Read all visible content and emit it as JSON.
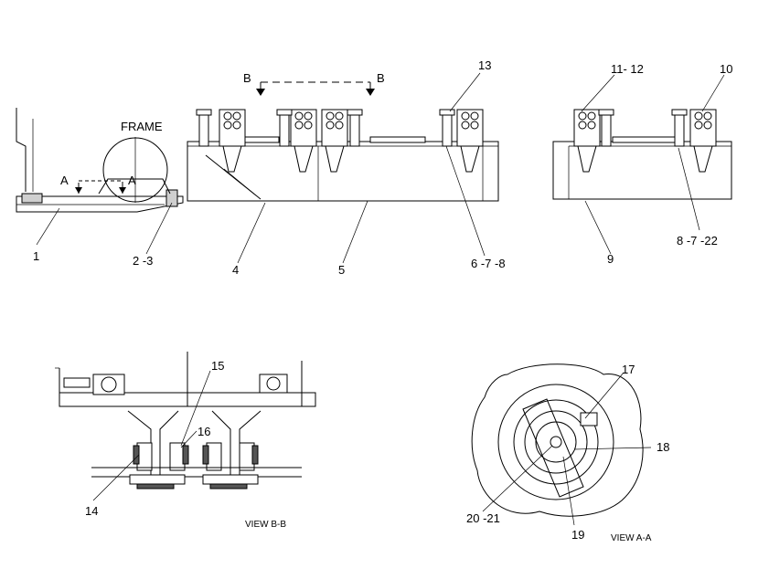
{
  "labels": {
    "frame": "FRAME",
    "section_a": "A",
    "section_b": "B",
    "view_bb": "VIEW B-B",
    "view_aa": "VIEW A-A"
  },
  "callouts": {
    "c1": "1",
    "c2_3": "2 -3",
    "c4": "4",
    "c5": "5",
    "c6_7_8": "6 -7 -8",
    "c9": "9",
    "c8_7_22": "8 -7 -22",
    "c13": "13",
    "c11_12": "11- 12",
    "c10": "10",
    "c15": "15",
    "c16": "16",
    "c14": "14",
    "c17": "17",
    "c18": "18",
    "c20_21": "20 -21",
    "c19": "19"
  }
}
